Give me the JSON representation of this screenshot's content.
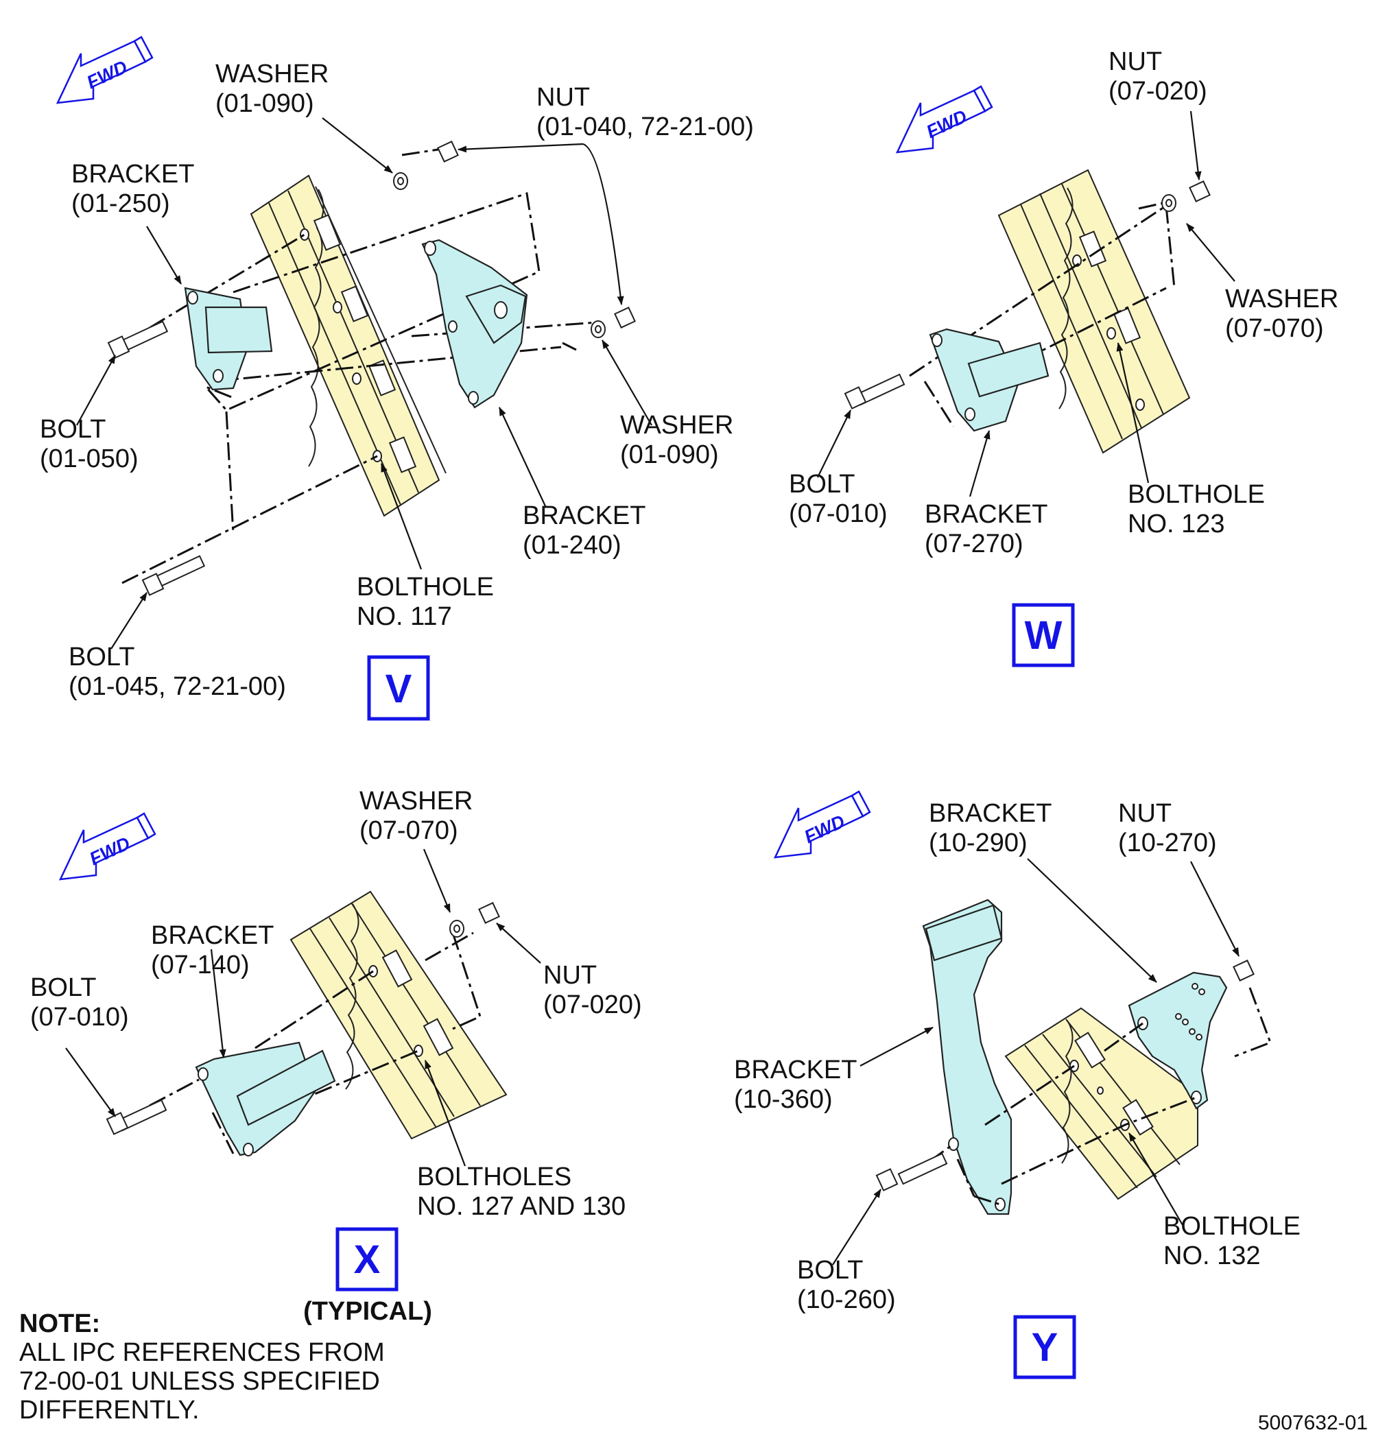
{
  "figure_number": "5007632-01",
  "fwd_label": "FWD",
  "colors": {
    "view_letter_blue": "#1414e6",
    "bracket_fill": "#c8f0f0",
    "flange_fill": "#fbf5c2"
  },
  "note": {
    "title": "NOTE:",
    "lines": [
      "ALL IPC REFERENCES FROM",
      "72-00-01 UNLESS SPECIFIED",
      "DIFFERENTLY."
    ]
  },
  "views": {
    "v": {
      "letter": "V",
      "washer_top": [
        "WASHER",
        "(01-090)"
      ],
      "nut": [
        "NUT",
        "(01-040, 72-21-00)"
      ],
      "bracket_left": [
        "BRACKET",
        "(01-250)"
      ],
      "bolt_upper": [
        "BOLT",
        "(01-050)"
      ],
      "washer_right": [
        "WASHER",
        "(01-090)"
      ],
      "bracket_right": [
        "BRACKET",
        "(01-240)"
      ],
      "bolthole": [
        "BOLTHOLE",
        "NO. 117"
      ],
      "bolt_lower": [
        "BOLT",
        "(01-045, 72-21-00)"
      ]
    },
    "w": {
      "letter": "W",
      "nut": [
        "NUT",
        "(07-020)"
      ],
      "washer": [
        "WASHER",
        "(07-070)"
      ],
      "bolt": [
        "BOLT",
        "(07-010)"
      ],
      "bracket": [
        "BRACKET",
        "(07-270)"
      ],
      "bolthole": [
        "BOLTHOLE",
        "NO. 123"
      ]
    },
    "x": {
      "letter": "X",
      "subtitle": "(TYPICAL)",
      "washer": [
        "WASHER",
        "(07-070)"
      ],
      "bracket": [
        "BRACKET",
        "(07-140)"
      ],
      "bolt": [
        "BOLT",
        "(07-010)"
      ],
      "nut": [
        "NUT",
        "(07-020)"
      ],
      "boltholes": [
        "BOLTHOLES",
        "NO. 127 AND 130"
      ]
    },
    "y": {
      "letter": "Y",
      "bracket_upper": [
        "BRACKET",
        "(10-290)"
      ],
      "nut": [
        "NUT",
        "(10-270)"
      ],
      "bracket_lower": [
        "BRACKET",
        "(10-360)"
      ],
      "bolthole": [
        "BOLTHOLE",
        "NO. 132"
      ],
      "bolt": [
        "BOLT",
        "(10-260)"
      ]
    }
  }
}
